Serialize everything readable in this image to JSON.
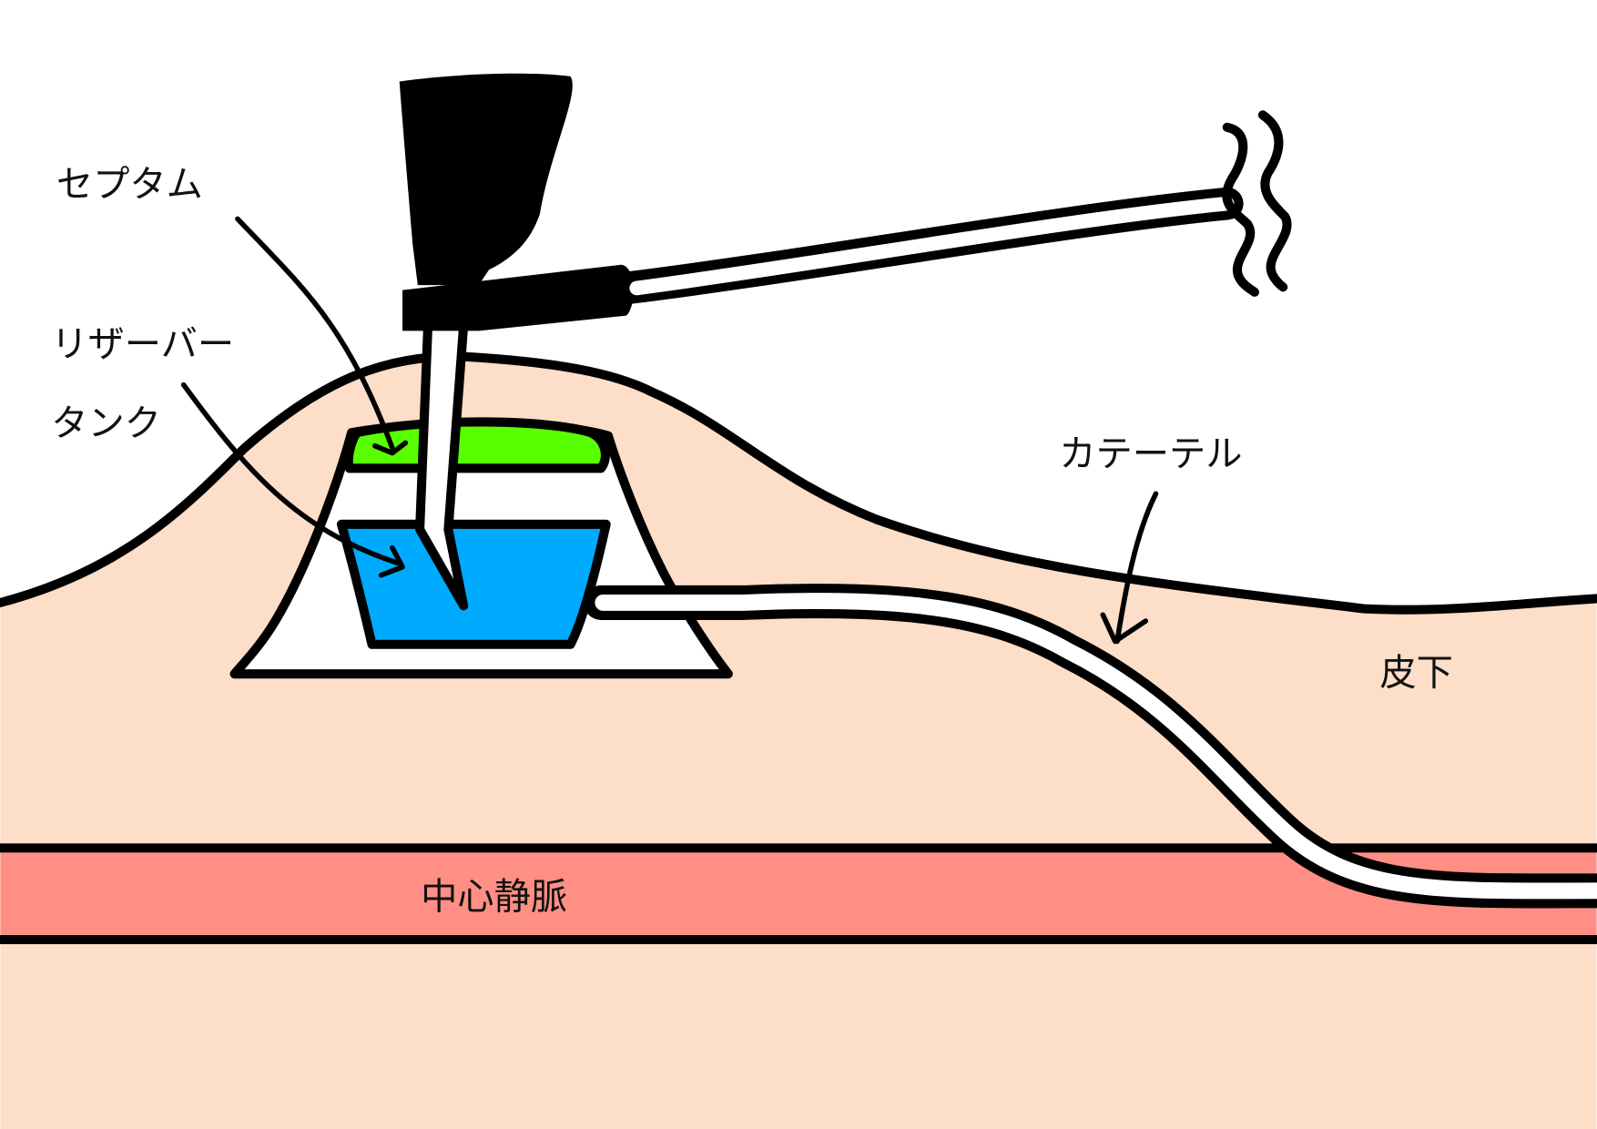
{
  "labels": {
    "septum": "セプタム",
    "reservoir_line1": "リザーバー",
    "reservoir_line2": "タンク",
    "catheter": "カテーテル",
    "subcutaneous": "皮下",
    "central_vein": "中心静脈"
  },
  "colors": {
    "skin": "#FDDEC8",
    "vein": "#FF8F84",
    "septum": "#58FF00",
    "reservoir": "#00AAFF",
    "outline": "#000000"
  }
}
